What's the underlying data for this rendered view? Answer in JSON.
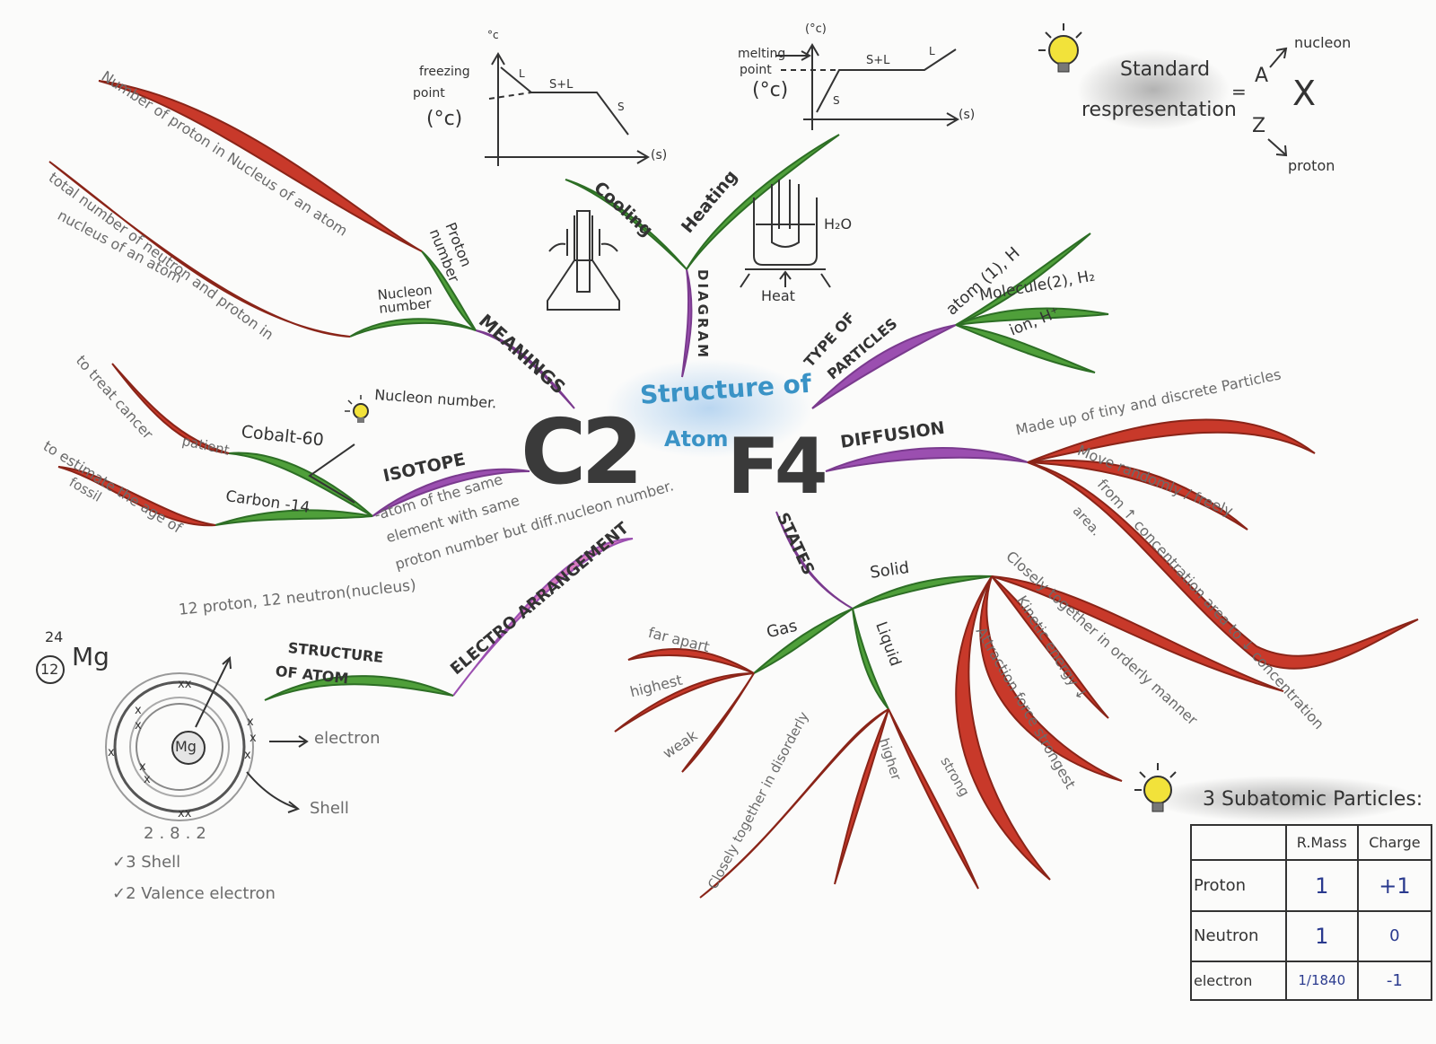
{
  "center": {
    "title_line1": "Structure of",
    "title_line2": "Atom",
    "left_code": "C2",
    "right_code": "F4"
  },
  "meanings": {
    "label": "MEANINGS",
    "proton_number": "Proton number",
    "proton_desc": "Number of proton in Nucleus of an atom",
    "nucleon_number": "Nucleon number",
    "nucleon_desc_line1": "total number of neutron and proton in",
    "nucleon_desc_line2": "nucleus   of an atom"
  },
  "diagram": {
    "label": "DIAGRAM",
    "cooling": "Cooling",
    "heating": "Heating",
    "h2o": "H₂O",
    "heat": "Heat",
    "cooling_graph": {
      "y_unit": "°c",
      "x_unit": "(s)",
      "y_label_line1": "freezing",
      "y_label_line2": "point",
      "y_label_line3": "(°c)",
      "seg_l": "L",
      "seg_sl": "S+L",
      "seg_s": "S"
    },
    "heating_graph": {
      "y_unit": "(°c)",
      "x_unit": "(s)",
      "y_label_line1": "melting",
      "y_label_line2": "point",
      "y_label_line3": "(°c)",
      "seg_l": "L",
      "seg_sl": "S+L",
      "seg_s": "S"
    }
  },
  "standard": {
    "label_line1": "Standard",
    "label_line2": "respresentation",
    "eq": "=",
    "a": "A",
    "x": "X",
    "z": "Z",
    "nucleon": "nucleon",
    "proton": "proton"
  },
  "type_of_particles": {
    "label_line1": "TYPE OF",
    "label_line2": "PARTICLES",
    "atom": "atom (1), H",
    "molecule": "Molecule(2), H₂",
    "ion": "ion, H⁺"
  },
  "isotope": {
    "label": "ISOTOPE",
    "tip": "Nucleon number.",
    "cobalt": "Cobalt-60",
    "carbon": "Carbon -14",
    "cobalt_use_line1": "to treat cancer",
    "cobalt_use_line2": "patient",
    "carbon_use_line1": "to estimate the age of",
    "carbon_use_line2": "fossil",
    "def_line1": "-atom of the same",
    "def_line2": "element with same",
    "def_line3": "proton number but diff.nucleon number."
  },
  "diffusion": {
    "label": "DIFFUSION",
    "b1": "Made up of tiny and discrete  Particles",
    "b2": "Move randomly / freely",
    "b3_line1": "from ↑ concentration area to ↓ concentration",
    "b3_line2": "area."
  },
  "electro": {
    "label": "ELECTRO ARRANGEMENT",
    "structure_line1": "STRUCTURE",
    "structure_line2": "OF ATOM",
    "nucleus_note": "12 proton, 12 neutron(nucleus)",
    "mass_number": "24",
    "atomic_number": "12",
    "symbol": "Mg",
    "core": "Mg",
    "electron": "electron",
    "shell": "Shell",
    "config": "2.8.2",
    "shells": "✓3  Shell",
    "valence": "✓2  Valence electron"
  },
  "states": {
    "label": "STATES",
    "solid": "Solid",
    "liquid": "Liquid",
    "gas": "Gas",
    "solid_1": "Closely together in orderly manner",
    "solid_2": "Kinetic energy ↓",
    "solid_3": "Attraction force strongest",
    "liquid_1": "Closely together in disorderly",
    "liquid_2": "higher",
    "liquid_3": "strong",
    "gas_1": "far apart",
    "gas_2": "highest",
    "gas_3": "weak"
  },
  "subatomic": {
    "title": "3 Subatomic Particles:",
    "headers": [
      "",
      "R.Mass",
      "Charge"
    ],
    "rows": [
      {
        "name": "Proton",
        "mass": "1",
        "charge": "+1"
      },
      {
        "name": "Neutron",
        "mass": "1",
        "charge": "0"
      },
      {
        "name": "electron",
        "mass": "1/1840",
        "charge": "-1"
      }
    ]
  },
  "colors": {
    "red": "#c8392a",
    "green": "#4f9f3a",
    "purple": "#9b4fb0",
    "pink": "#d97ac0",
    "blue": "#3a93c6",
    "yellow": "#f2e23a"
  }
}
